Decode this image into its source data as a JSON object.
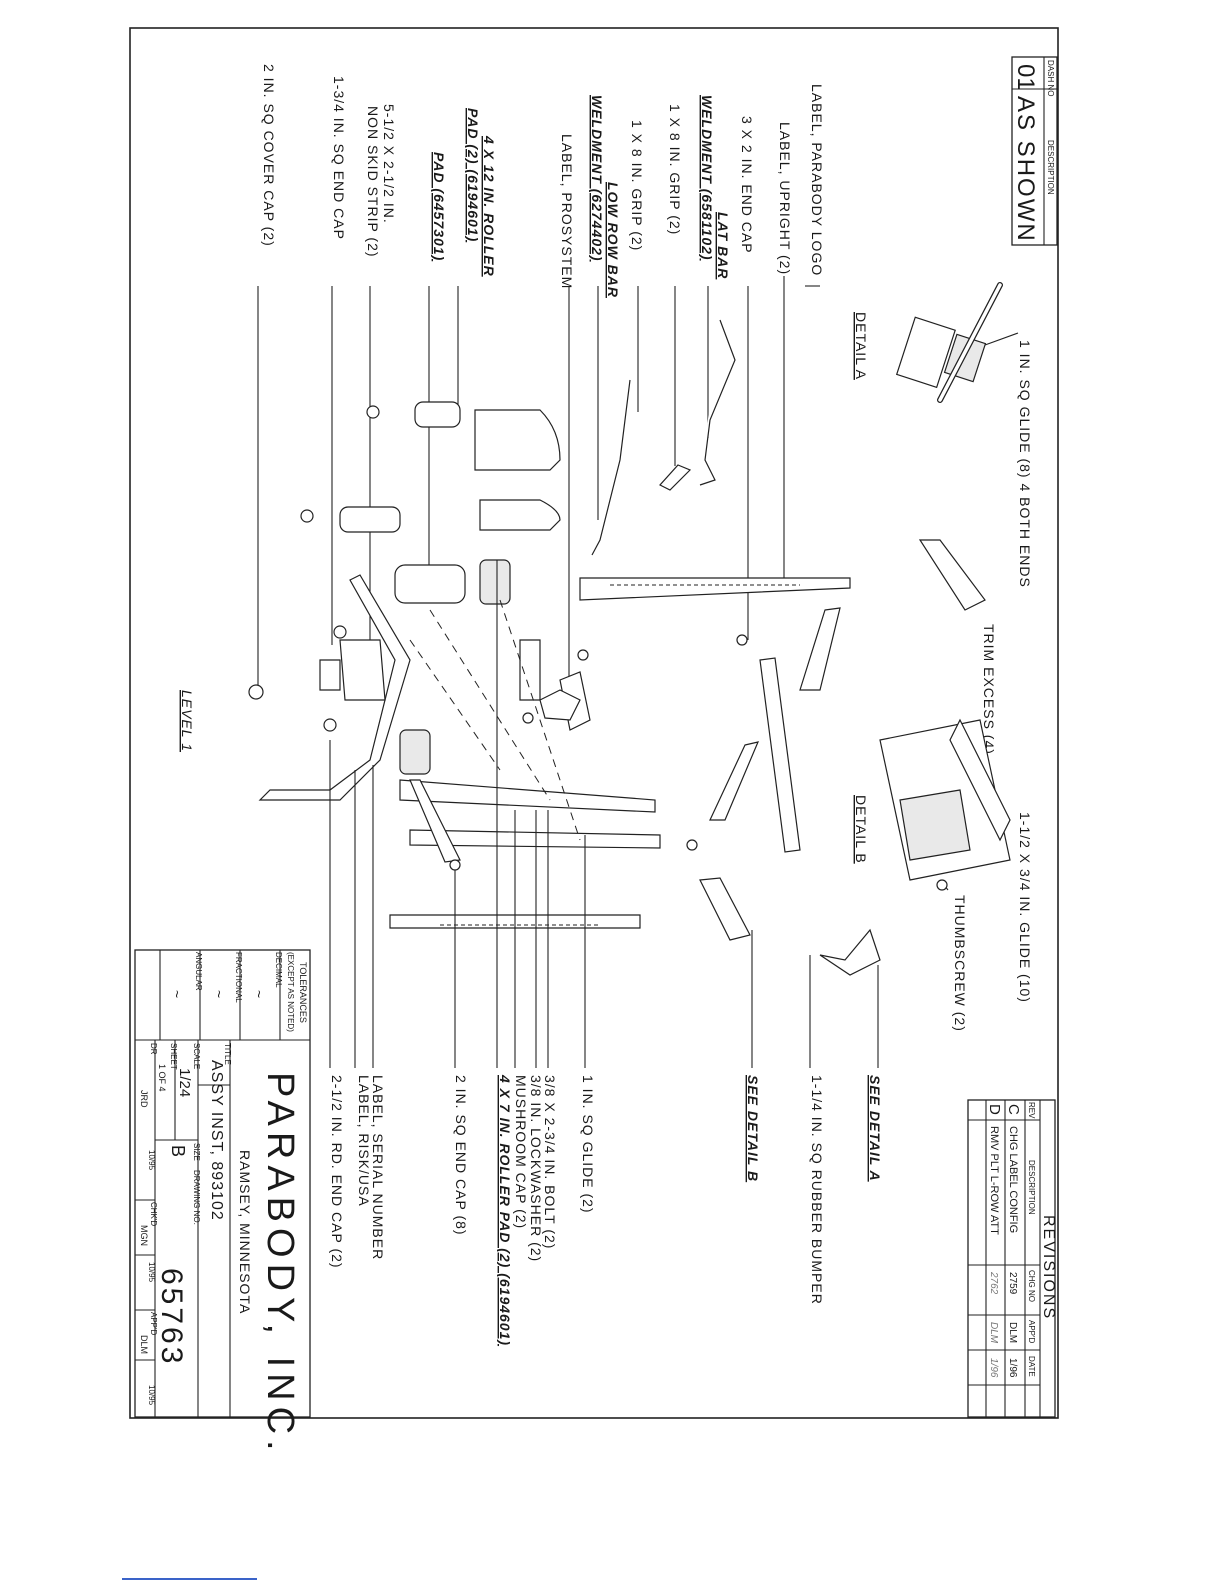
{
  "header_box": {
    "dash_no_header": "DASH NO",
    "description_header": "DESCRIPTION",
    "dash_no": "01",
    "description": "AS SHOWN"
  },
  "left_labels": [
    "LABEL, PARABODY LOGO",
    "LABEL, UPRIGHT (2)",
    "3 X 2 IN. END CAP",
    "LAT BAR",
    "WELDMENT (6581102)",
    "1 X 8 IN. GRIP (2)",
    "1 X 8 IN. GRIP (2)",
    "LOW ROW BAR",
    "WELDMENT (6274402)",
    "LABEL, PROSYSTEM",
    "4 X 12 IN. ROLLER",
    "PAD (2) (6194601)",
    "PAD (6457301)",
    "5-1/2 X 2-1/2 IN.",
    "NON SKID STRIP (2)",
    "1-3/4 IN. SQ END CAP",
    "2 IN. SQ COVER CAP (2)"
  ],
  "details": {
    "detail_a": "DETAIL A",
    "detail_a_glide": "1 IN. SQ GLIDE (8) 4 BOTH ENDS",
    "trim_excess": "TRIM EXCESS (4)",
    "detail_b": "DETAIL B",
    "detail_b_glide": "1-1/2 X 3/4 IN. GLIDE (10)",
    "thumbscrew": "THUMBSCREW (2)"
  },
  "right_labels": [
    "SEE DETAIL A",
    "1-1/4 IN. SQ RUBBER BUMPER",
    "SEE DETAIL B",
    "1 IN. SQ GLIDE (2)",
    "2 IN. SQ END CAP (8)",
    "3/8 X 2-3/4 IN. BOLT (2)",
    "3/8 IN. LOCKWASHER (2)",
    "MUSHROOM CAP (2)",
    "4 X 7 IN. ROLLER PAD (2) (6194601)",
    "LABEL, SERIAL NUMBER",
    "LABEL, RISK/USA",
    "2-1/2 IN. RD. END CAP (2)"
  ],
  "level": "LEVEL 1",
  "revisions": {
    "title": "REVISIONS",
    "headers": [
      "REV",
      "DESCRIPTION",
      "CHG NO",
      "APP'D",
      "DATE"
    ],
    "rows": [
      {
        "rev": "C",
        "description": "CHG LABEL CONFIG",
        "chg_no": "2759",
        "appd": "DLM",
        "date": "1/96"
      },
      {
        "rev": "D",
        "description": "RMV PLT L-ROW ATT",
        "chg_no": "2762",
        "appd": "DLM",
        "date": "1/96"
      }
    ]
  },
  "title_block": {
    "company": "PARABODY, INC.",
    "location": "RAMSEY, MINNESOTA",
    "title_label": "TITLE",
    "title": "ASSY INST, 893102",
    "scale_label": "SCALE",
    "scale": "1/24",
    "size_label": "SIZE",
    "size": "B",
    "drawing_no_label": "DRAWING NO.",
    "drawing_no": "65763",
    "sheet_label": "SHEET",
    "sheet": "1 OF 4",
    "tolerances_title": "TOLERANCES",
    "tolerances_note": "(EXCEPT AS NOTED)",
    "decimal_label": "DECIMAL",
    "decimal": "~",
    "fractional_label": "FRACTIONAL",
    "fractional": "~",
    "angular_label": "ANGULAR",
    "angular": "~",
    "dr_label": "DR",
    "dr": "JRD",
    "dr_date": "10/95",
    "chkd_label": "CHK'D",
    "chkd": "MGN",
    "chkd_date": "10/95",
    "appd_label": "APP'D",
    "appd": "DLM",
    "appd_date": "10/95"
  }
}
